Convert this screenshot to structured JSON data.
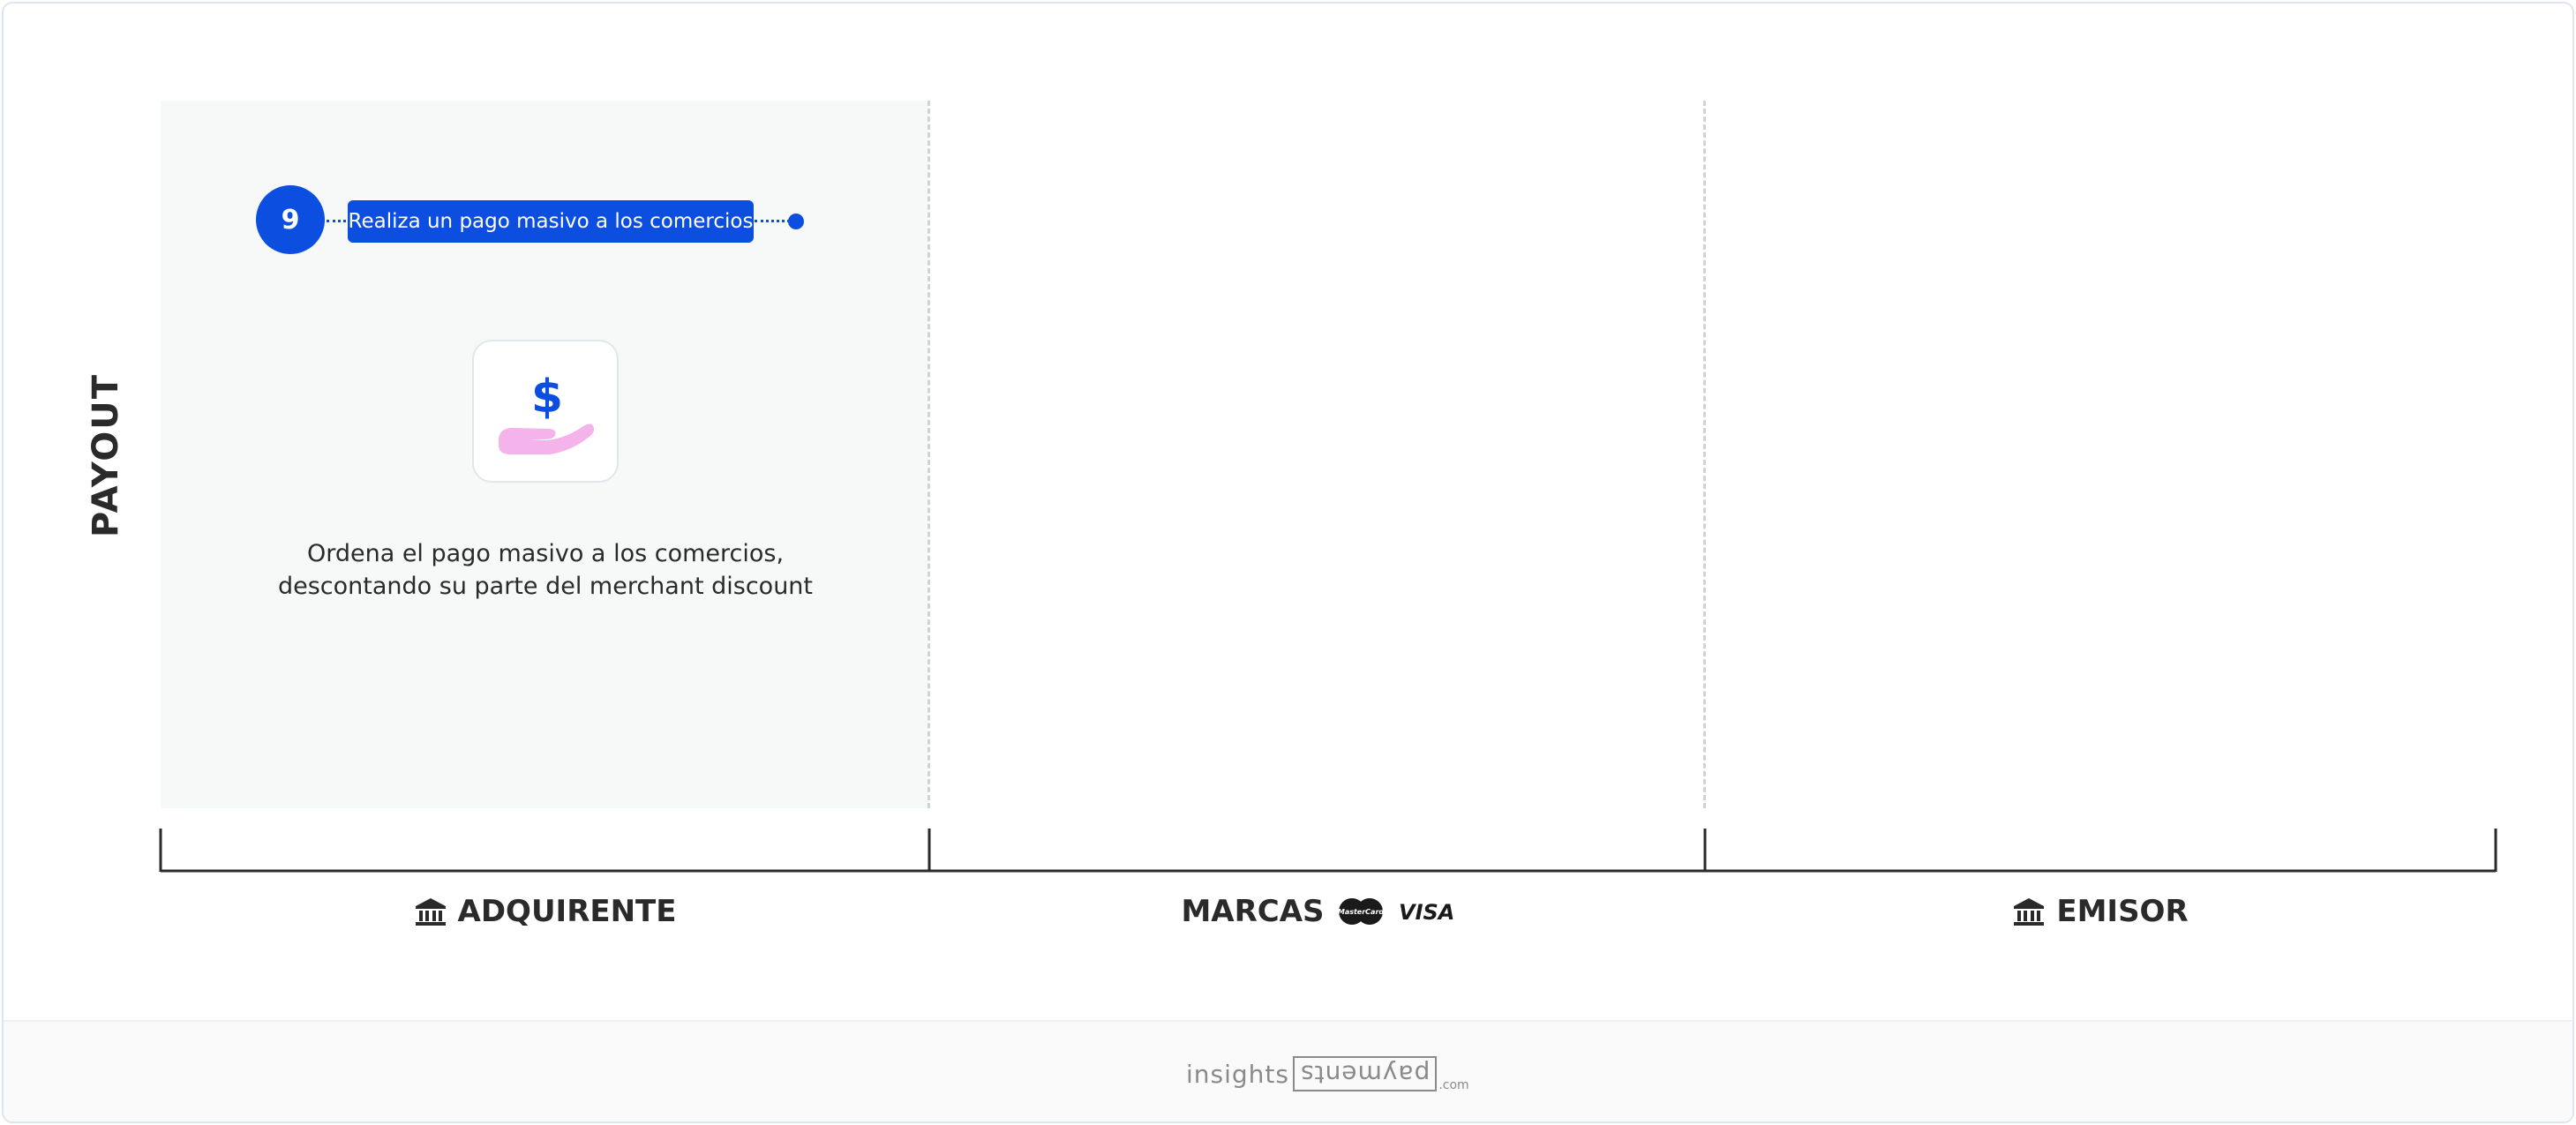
{
  "diagram": {
    "row_label": "PAYOUT",
    "step": {
      "number": "9",
      "label": "Realiza un pago masivo a los comercios",
      "icon": "hand-dollar-icon",
      "description_line1": "Ordena el pago masivo a los comercios,",
      "description_line2": "descontando su parte del merchant discount"
    },
    "lanes": [
      {
        "label": "ADQUIRENTE",
        "icon": "bank-icon"
      },
      {
        "label": "MARCAS",
        "icons": [
          "mastercard-logo",
          "visa-logo"
        ],
        "mastercard_text": "MasterCard",
        "visa_text": "VISA"
      },
      {
        "label": "EMISOR",
        "icon": "bank-icon"
      }
    ],
    "highlighted_lane": "ADQUIRENTE",
    "colors": {
      "accent": "#0b4ee0",
      "icon_hand": "#f4b3ea",
      "highlight_bg": "#f7f8f8",
      "text": "#2a2a2a"
    }
  },
  "footer": {
    "logo_part1": "insights",
    "logo_part2": "payments",
    "logo_suffix": ".com"
  }
}
